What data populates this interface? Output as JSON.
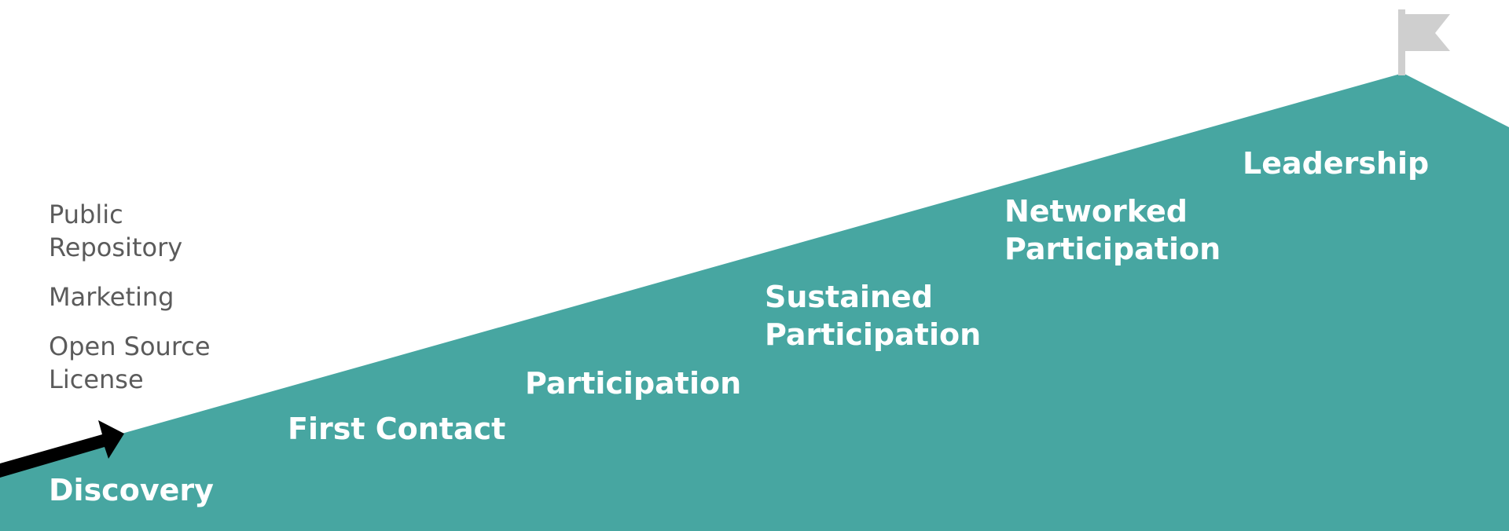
{
  "colors": {
    "mountain": "#47a6a1",
    "flag": "#cfcfcf",
    "arrow": "#000000",
    "entry_text": "#5b5b5b",
    "stage_text": "#ffffff"
  },
  "entry_points": [
    {
      "label": "Public Repository"
    },
    {
      "label": "Marketing"
    },
    {
      "label": "Open Source License"
    }
  ],
  "stages": [
    {
      "label": "Discovery"
    },
    {
      "label": "First Contact"
    },
    {
      "label": "Participation"
    },
    {
      "label": "Sustained Participation"
    },
    {
      "label": "Networked Participation"
    },
    {
      "label": "Leadership"
    }
  ],
  "icons": {
    "summit": "flag-icon",
    "entry": "arrow-icon"
  }
}
